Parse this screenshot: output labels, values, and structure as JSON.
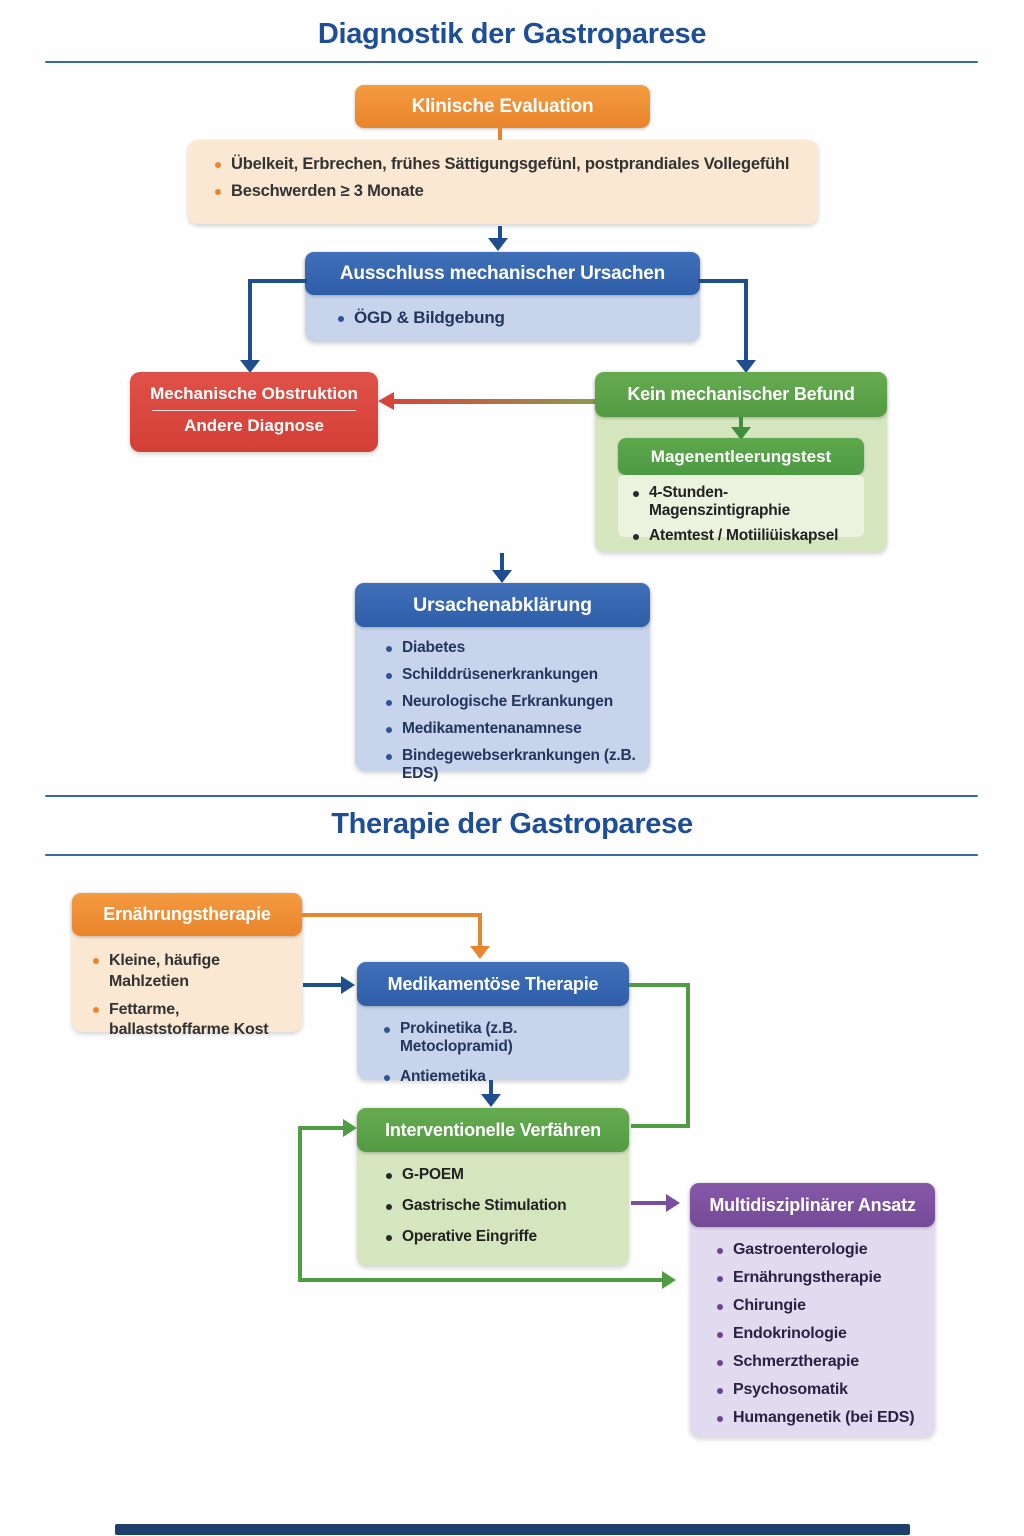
{
  "diagnostik": {
    "title": "Diagnostik der Gastroparese",
    "klinische_evaluation": {
      "label": "Klinische Evaluation",
      "bullets": [
        "Übelkeit, Erbrechen, frühes Sättigungsgefünl, postprandiales Vollegefühl",
        "Beschwerden ≥ 3 Monate"
      ]
    },
    "ausschluss": {
      "label": "Ausschluss mechanischer Ursachen",
      "bullets": [
        "ÖGD & Bildgebung"
      ]
    },
    "obstruktion": {
      "line1": "Mechanische Obstruktion",
      "line2": "Andere Diagnose"
    },
    "kein_befund": {
      "label": "Kein mechanischer Befund",
      "test_label": "Magenentleerungstest",
      "bullets": [
        "4-Stunden-Magenszintigraphie",
        "Atemtest / Motiiliüiskapsel"
      ]
    },
    "ursachen": {
      "label": "Ursachenabklärung",
      "bullets": [
        "Diabetes",
        "Schilddrüsenerkrankungen",
        "Neurologische Erkrankungen",
        "Medikamentenanamnese",
        "Bindegewebserkrankungen (z.B. EDS)"
      ]
    }
  },
  "therapie": {
    "title": "Therapie der Gastroparese",
    "ernaehrung": {
      "label": "Ernährungstherapie",
      "bullets": [
        "Kleine, häufige Mahlzetien",
        "Fettarme, ballaststoffarme Kost"
      ]
    },
    "medikamente": {
      "label": "Medikamentöse Therapie",
      "bullets": [
        "Prokinetika (z.B. Metoclopramid)",
        "Antiemetika"
      ]
    },
    "intervention": {
      "label": "Interventionelle Verfähren",
      "bullets": [
        "G-POEM",
        "Gastrische Stimulation",
        "Operative Eingriffe"
      ]
    },
    "multidisziplinaer": {
      "label": "Multidisziplinärer Ansatz",
      "bullets": [
        "Gastroenterologie",
        "Ernährungstherapie",
        "Chirungie",
        "Endokrinologie",
        "Schmerztherapie",
        "Psychosomatik",
        "Humangenetik (bei EDS)"
      ]
    }
  },
  "colors": {
    "title_navy": "#1E4E96",
    "arrow_navy": "#1F4E8F",
    "blue_header": "#3564AE",
    "light_blue": "#C8D4EB",
    "orange": "#EE8A2E",
    "light_orange": "#FAE8D2",
    "red": "#D9453C",
    "green": "#58A048",
    "green_connector": "#4F9C44",
    "light_green": "#D5E5BE",
    "purple": "#7A4E9E",
    "light_purple": "#E2DAEE"
  }
}
